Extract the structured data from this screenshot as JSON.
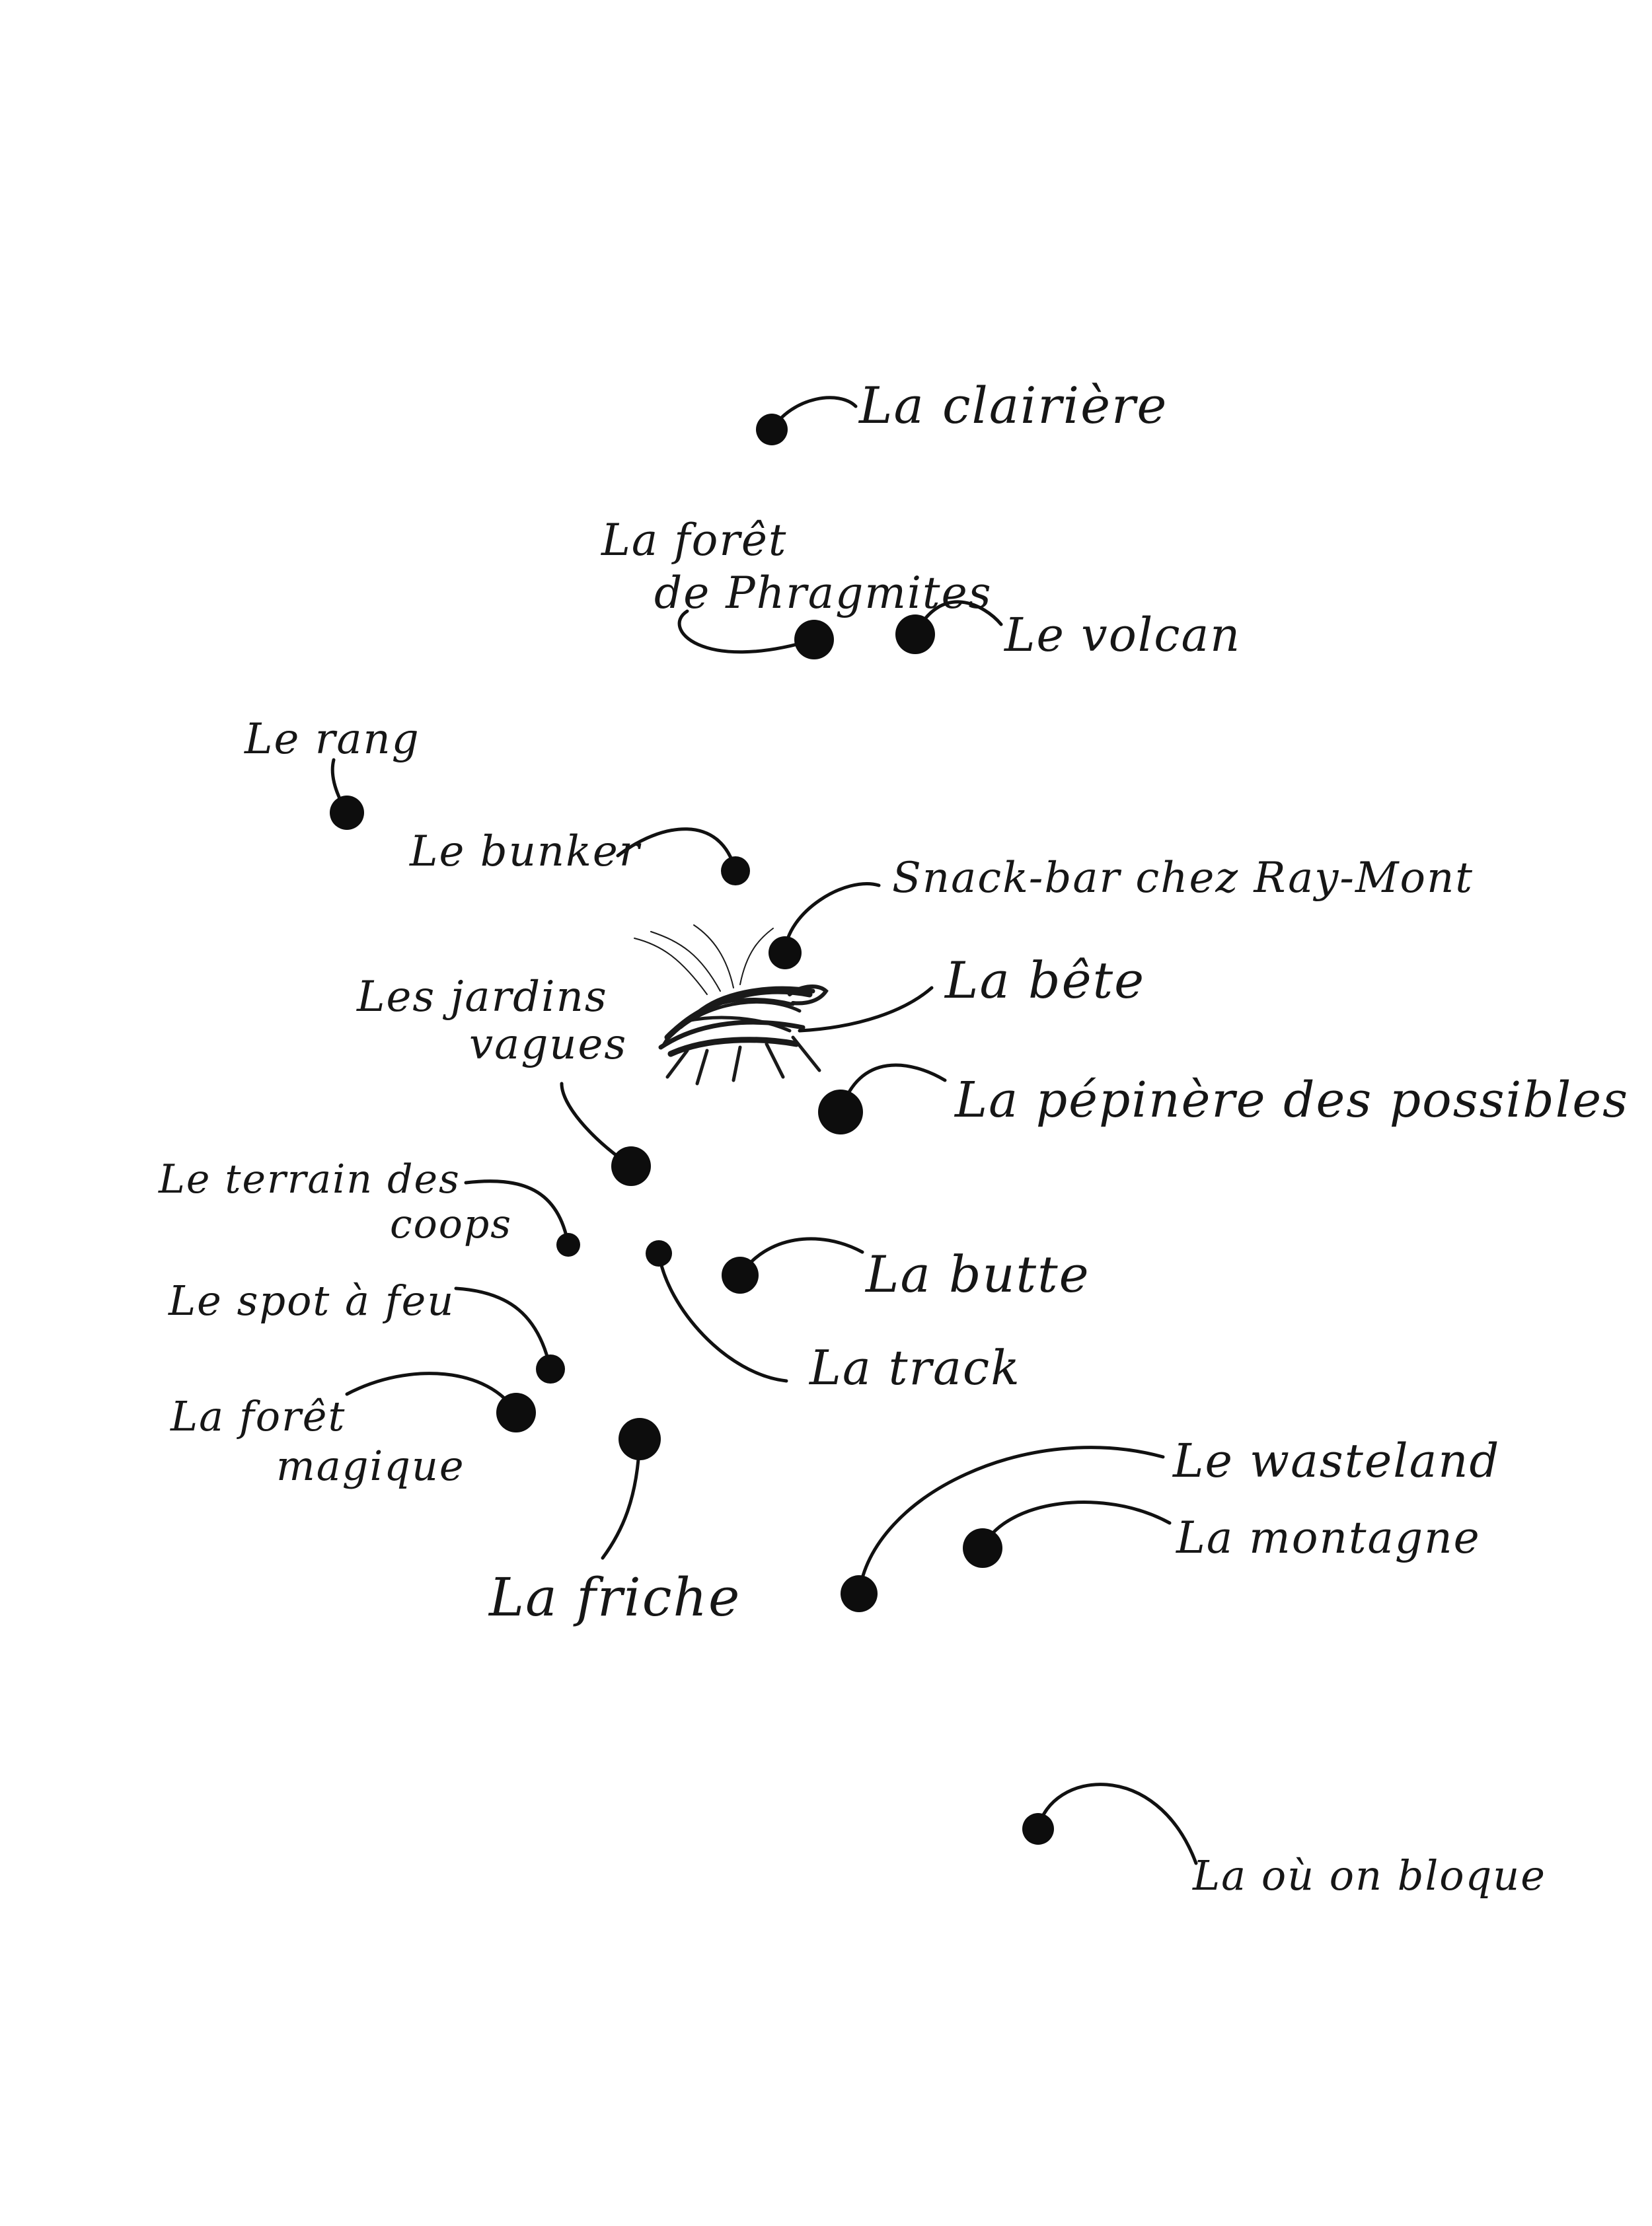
{
  "places": [
    {
      "id": "clairiere",
      "lines": [
        "La clairière"
      ]
    },
    {
      "id": "phragmites",
      "lines": [
        "La forêt",
        "de Phragmites"
      ]
    },
    {
      "id": "volcan",
      "lines": [
        "Le volcan"
      ]
    },
    {
      "id": "rang",
      "lines": [
        "Le rang"
      ]
    },
    {
      "id": "bunker",
      "lines": [
        "Le bunker"
      ]
    },
    {
      "id": "snackbar",
      "lines": [
        "Snack-bar chez Ray-Mont"
      ]
    },
    {
      "id": "bete",
      "lines": [
        "La bête"
      ]
    },
    {
      "id": "jardins",
      "lines": [
        "Les jardins",
        "vagues"
      ]
    },
    {
      "id": "pepiniere",
      "lines": [
        "La pépinère des possibles"
      ]
    },
    {
      "id": "terrain",
      "lines": [
        "Le terrain des",
        "coops"
      ]
    },
    {
      "id": "butte",
      "lines": [
        "La butte"
      ]
    },
    {
      "id": "spot",
      "lines": [
        "Le spot à feu"
      ]
    },
    {
      "id": "track",
      "lines": [
        "La track"
      ]
    },
    {
      "id": "foretmagique",
      "lines": [
        "La forêt",
        "magique"
      ]
    },
    {
      "id": "friche",
      "lines": [
        "La friche"
      ]
    },
    {
      "id": "wasteland",
      "lines": [
        "Le wasteland"
      ]
    },
    {
      "id": "montagne",
      "lines": [
        "La montagne"
      ]
    },
    {
      "id": "bloque",
      "lines": [
        "La où on bloque"
      ]
    }
  ],
  "colors": {
    "ink": "#111111",
    "background": "#ffffff"
  },
  "icons": {
    "bete": "insect-sketch-icon"
  }
}
